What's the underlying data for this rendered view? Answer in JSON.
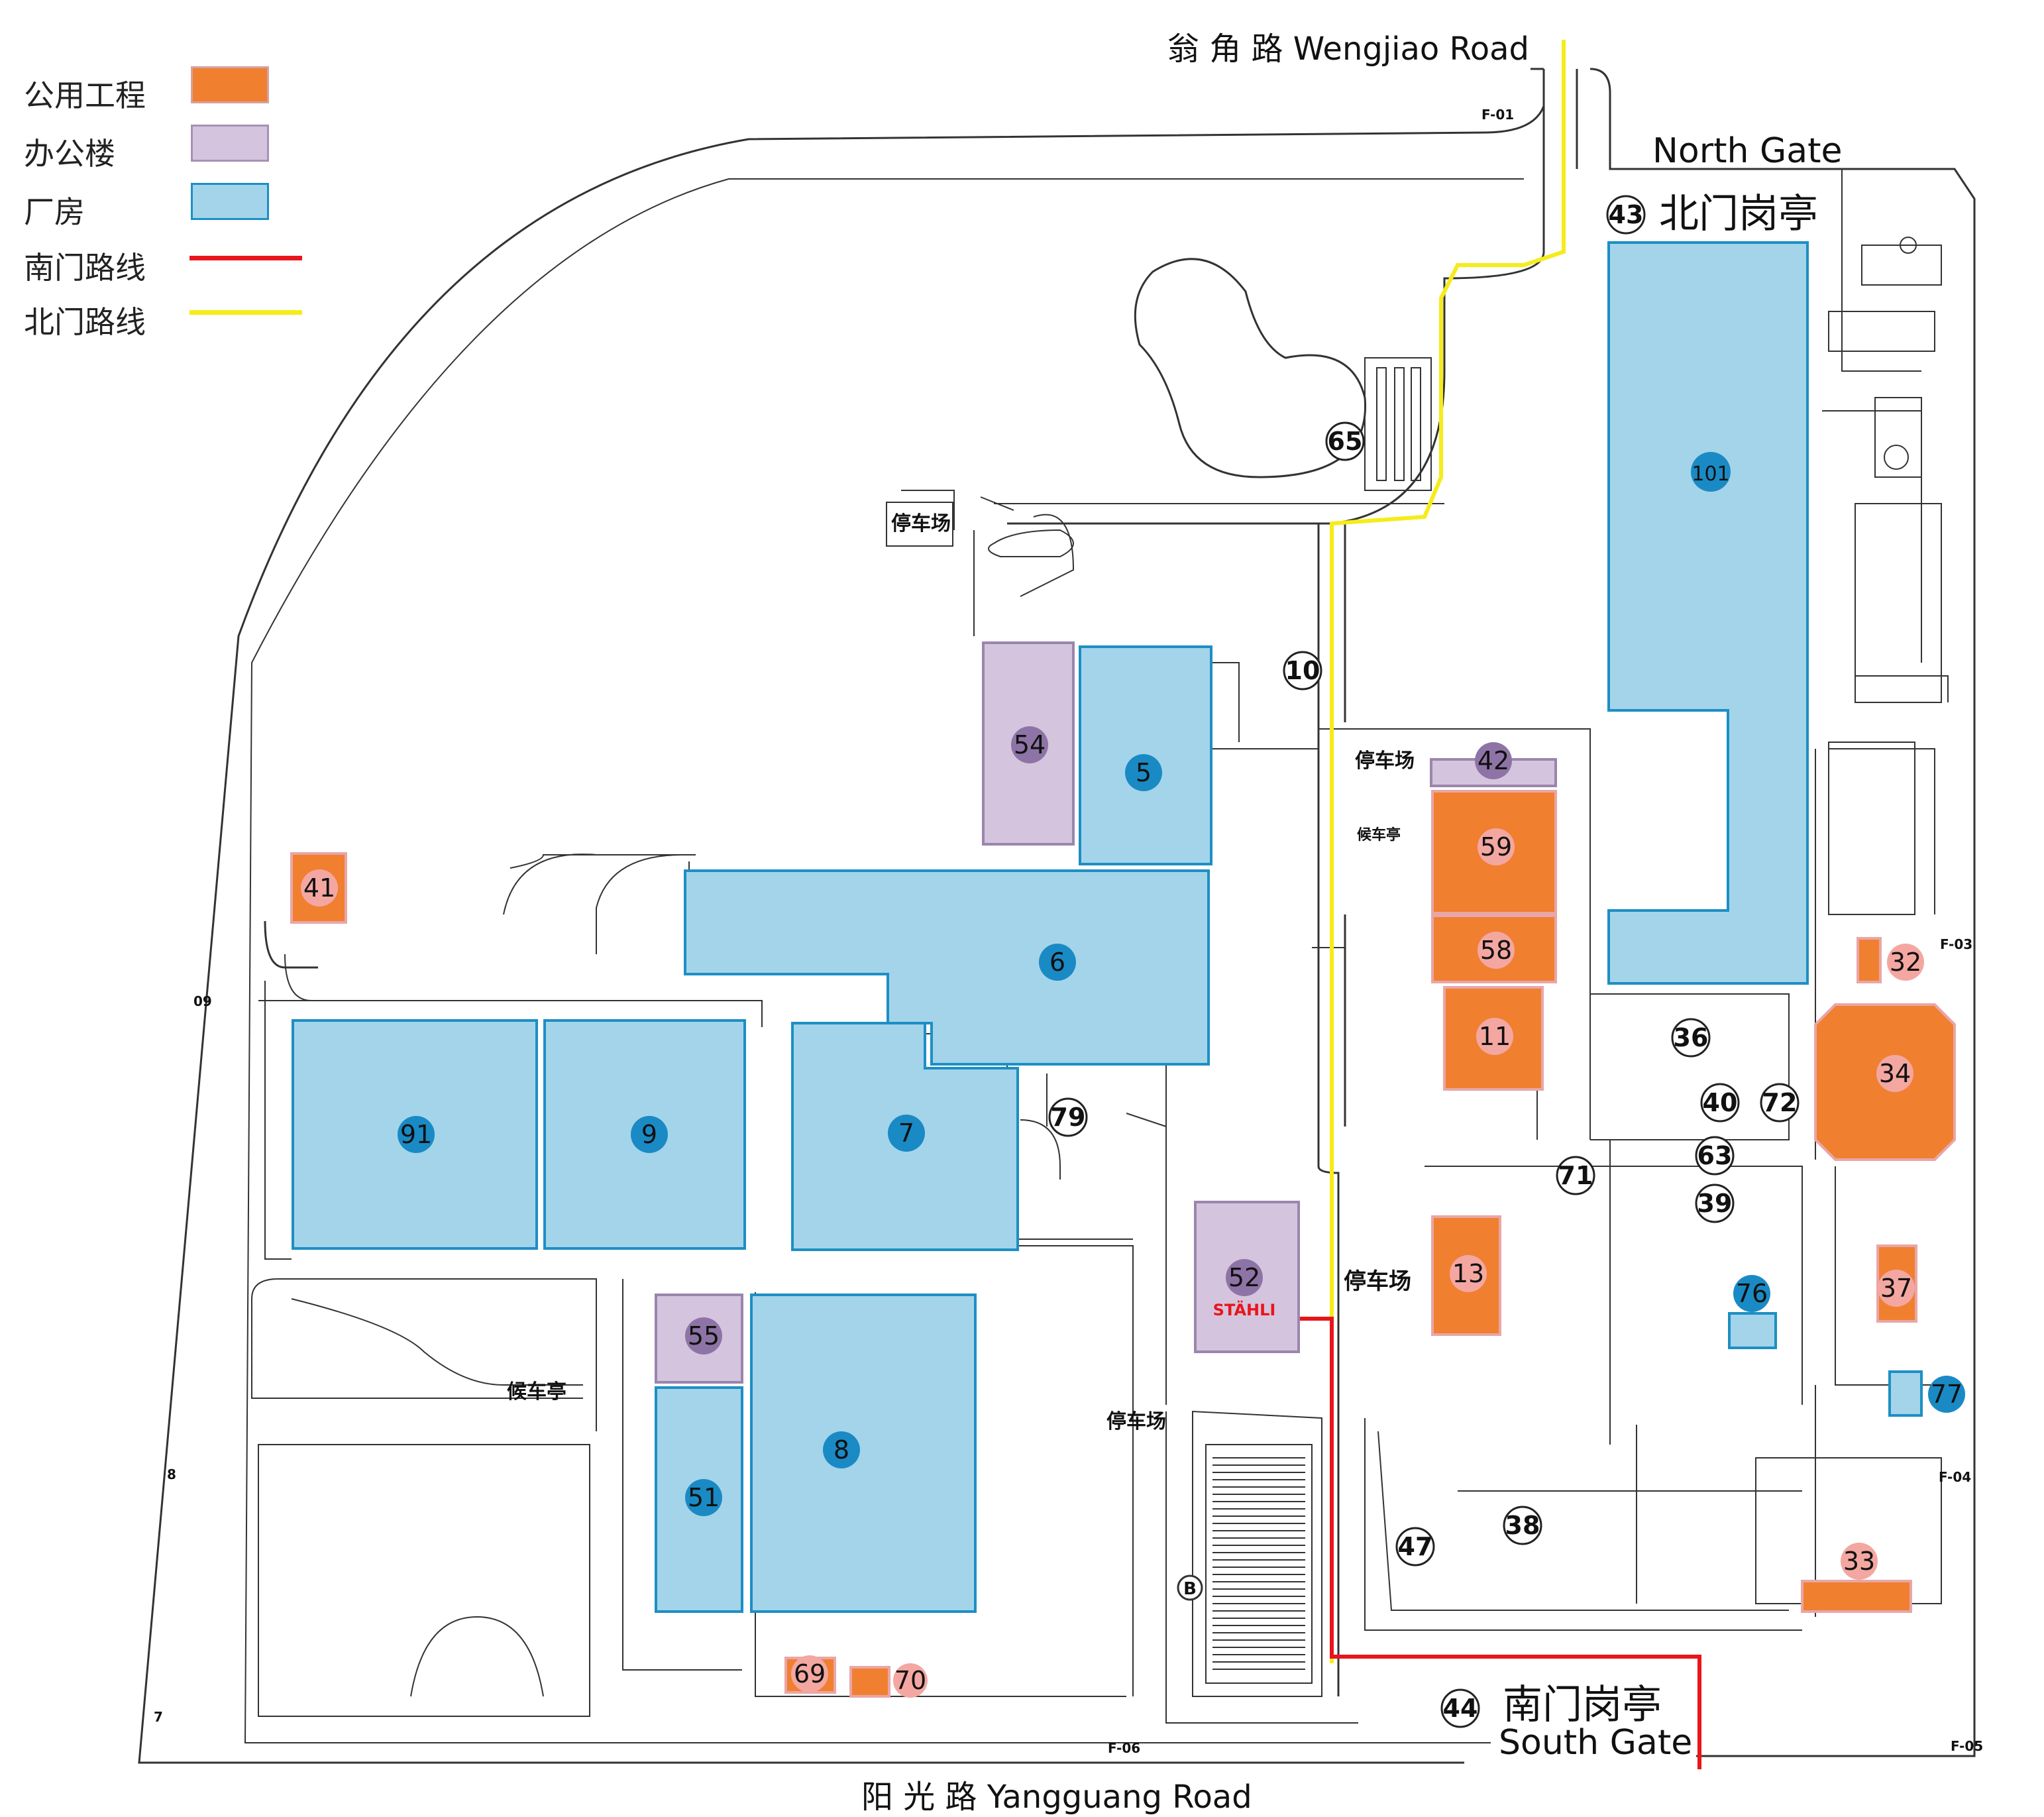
{
  "legend": {
    "items": [
      {
        "label": "公用工程",
        "color": "#f07f30",
        "kind": "box"
      },
      {
        "label": "办公楼",
        "color": "#d5c4de",
        "kind": "box"
      },
      {
        "label": "厂房",
        "color": "#a4d4ea",
        "kind": "box"
      },
      {
        "label": "南门路线",
        "color": "#e8151b",
        "kind": "line"
      },
      {
        "label": "北门路线",
        "color": "#f5ec1a",
        "kind": "line"
      }
    ]
  },
  "roads": {
    "north": "翁 角 路 Wengjiao Road",
    "south": "阳 光 路 Yangguang Road"
  },
  "gates": {
    "north_en": "North Gate",
    "north_cn": "北门岗亭",
    "south_cn": "南门岗亭",
    "south_en": "South Gate"
  },
  "labels": {
    "parking": "停车场",
    "shelter": "候车亭",
    "logo": "STÄHLI",
    "b_marker": "B"
  },
  "markers": [
    "F-01",
    "F-03",
    "F-04",
    "F-05",
    "F-06"
  ],
  "edge_numbers": [
    "09",
    "8",
    "7"
  ],
  "buildings": [
    {
      "id": "101",
      "type": "factory"
    },
    {
      "id": "5",
      "type": "factory"
    },
    {
      "id": "6",
      "type": "factory"
    },
    {
      "id": "7",
      "type": "factory"
    },
    {
      "id": "8",
      "type": "factory"
    },
    {
      "id": "9",
      "type": "factory"
    },
    {
      "id": "91",
      "type": "factory"
    },
    {
      "id": "51",
      "type": "factory"
    },
    {
      "id": "76",
      "type": "factory"
    },
    {
      "id": "77",
      "type": "factory"
    },
    {
      "id": "54",
      "type": "office"
    },
    {
      "id": "55",
      "type": "office"
    },
    {
      "id": "52",
      "type": "office"
    },
    {
      "id": "42",
      "type": "office"
    },
    {
      "id": "59",
      "type": "utility"
    },
    {
      "id": "58",
      "type": "utility"
    },
    {
      "id": "11",
      "type": "utility"
    },
    {
      "id": "13",
      "type": "utility"
    },
    {
      "id": "34",
      "type": "utility"
    },
    {
      "id": "32",
      "type": "utility"
    },
    {
      "id": "37",
      "type": "utility"
    },
    {
      "id": "33",
      "type": "utility"
    },
    {
      "id": "41",
      "type": "utility"
    },
    {
      "id": "69",
      "type": "utility"
    },
    {
      "id": "70",
      "type": "utility"
    }
  ],
  "structures": [
    "10",
    "36",
    "38",
    "39",
    "40",
    "43",
    "44",
    "47",
    "63",
    "65",
    "71",
    "72",
    "79"
  ]
}
